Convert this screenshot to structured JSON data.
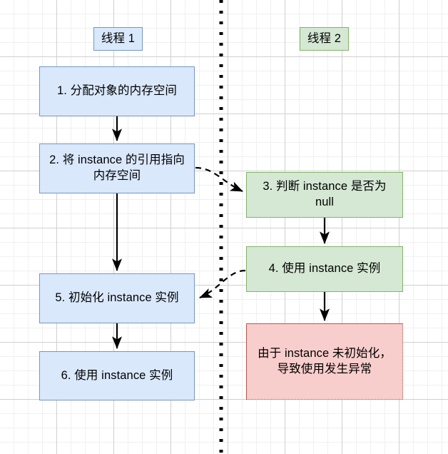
{
  "diagram": {
    "title_left": "线程 1",
    "title_right": "线程 2",
    "lanes": [
      {
        "id": "thread-1",
        "label": "线程 1",
        "color": "#dae8fc"
      },
      {
        "id": "thread-2",
        "label": "线程 2",
        "color": "#d5e8d4"
      }
    ],
    "nodes": [
      {
        "id": "step-1",
        "label": "1. 分配对象的内存空间",
        "lane": "thread-1",
        "fill": "#dae8fc",
        "stroke": "#7396c8"
      },
      {
        "id": "step-2",
        "label": "2. 将 instance 的引用指向内存空间",
        "lane": "thread-1",
        "fill": "#dae8fc",
        "stroke": "#7396c8"
      },
      {
        "id": "step-3",
        "label": "3. 判断 instance 是否为 null",
        "lane": "thread-2",
        "fill": "#d5e8d4",
        "stroke": "#82b366"
      },
      {
        "id": "step-4",
        "label": "4. 使用 instance 实例",
        "lane": "thread-2",
        "fill": "#d5e8d4",
        "stroke": "#82b366"
      },
      {
        "id": "step-5",
        "label": "5. 初始化 instance 实例",
        "lane": "thread-1",
        "fill": "#dae8fc",
        "stroke": "#7396c8"
      },
      {
        "id": "step-6",
        "label": "6. 使用 instance 实例",
        "lane": "thread-1",
        "fill": "#dae8fc",
        "stroke": "#7396c8"
      },
      {
        "id": "exception",
        "label": "由于 instance 未初始化，导致使用发生异常",
        "lane": "thread-2",
        "fill": "#f8cecc",
        "stroke": "#b85450"
      }
    ],
    "edges": [
      {
        "id": "e1",
        "from": "step-1",
        "to": "step-2",
        "style": "solid"
      },
      {
        "id": "e2",
        "from": "step-2",
        "to": "step-5",
        "style": "solid"
      },
      {
        "id": "e3",
        "from": "step-2",
        "to": "step-3",
        "style": "dashed"
      },
      {
        "id": "e4",
        "from": "step-3",
        "to": "step-4",
        "style": "solid"
      },
      {
        "id": "e5",
        "from": "step-4",
        "to": "step-5",
        "style": "dashed"
      },
      {
        "id": "e6",
        "from": "step-4",
        "to": "exception",
        "style": "solid"
      },
      {
        "id": "e7",
        "from": "step-5",
        "to": "step-6",
        "style": "solid"
      }
    ],
    "divider": {
      "id": "thread-divider",
      "style": "dotted",
      "color": "#000000"
    }
  }
}
